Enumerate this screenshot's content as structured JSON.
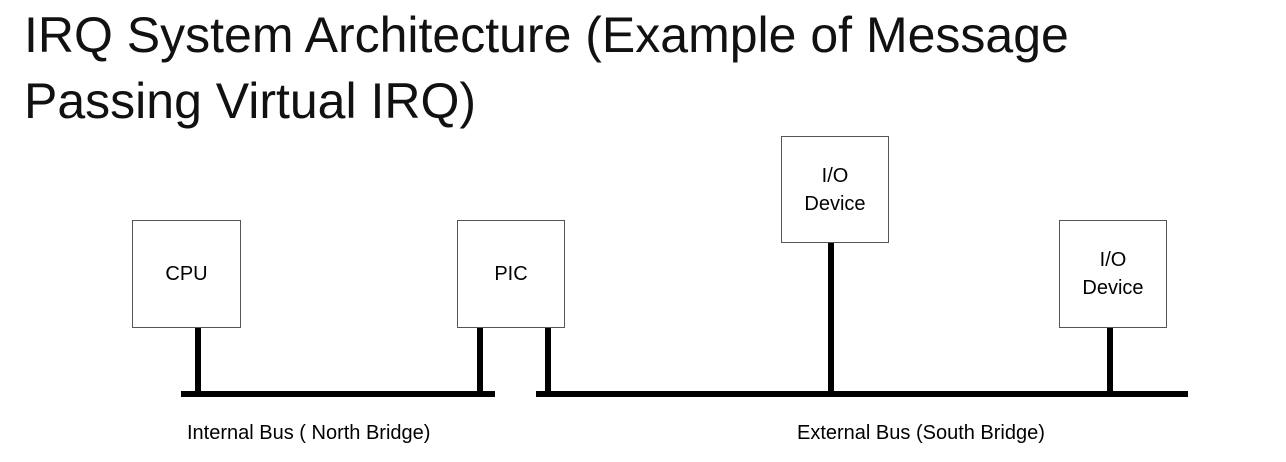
{
  "title": {
    "line1": "IRQ System Architecture (Example of Message",
    "line2": "Passing Virtual IRQ)"
  },
  "components": {
    "cpu": "CPU",
    "pic": "PIC",
    "io_device_1": {
      "line1": "I/O",
      "line2": "Device"
    },
    "io_device_2": {
      "line1": "I/O",
      "line2": "Device"
    }
  },
  "buses": {
    "internal": "Internal Bus ( North Bridge)",
    "external": "External Bus (South Bridge)"
  }
}
